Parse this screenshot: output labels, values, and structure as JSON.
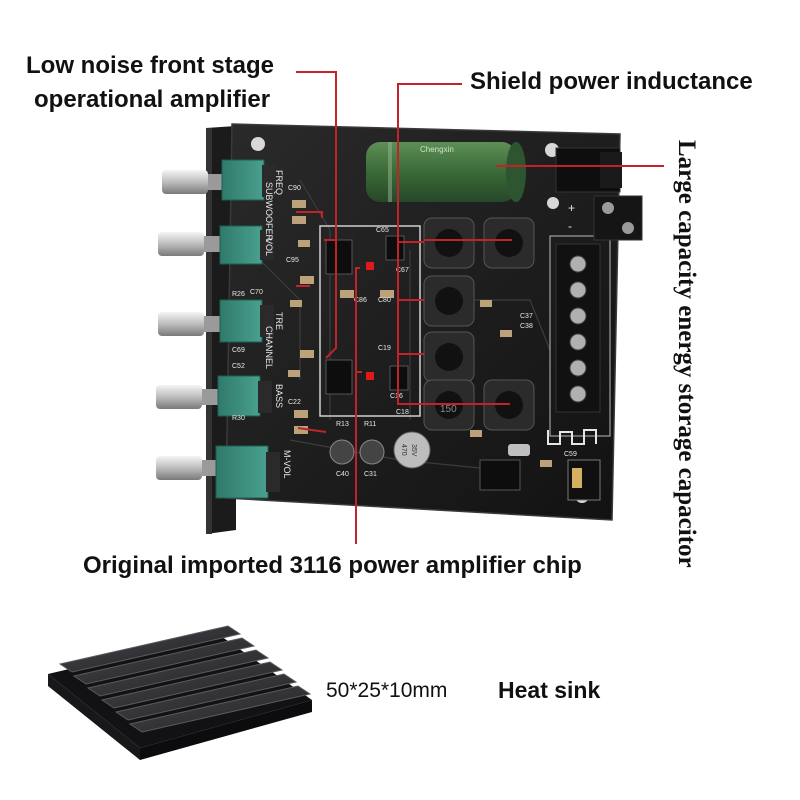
{
  "callouts": {
    "opamp_line1": "Low noise front stage",
    "opamp_line2": "operational amplifier",
    "inductor": "Shield power inductance",
    "capacitor": "Large capacity energy storage capacitor",
    "chip": "Original imported 3116 power amplifier chip",
    "heatsink_dimensions": "50*25*10mm",
    "heatsink": "Heat sink"
  },
  "board_silkscreen": {
    "panel_labels": [
      "FREQ",
      "SUBWOOFER",
      "VOL",
      "TRE",
      "CHANNEL",
      "BASS",
      "M-VOL"
    ],
    "power_terminal": [
      "+",
      "-"
    ],
    "capacitor_print": "Chengxin",
    "small_cap_print": [
      "470",
      "35V"
    ],
    "inductor_print": "150",
    "component_refs": [
      "C90",
      "C95",
      "R26",
      "C70",
      "C69",
      "C52",
      "R30",
      "C22",
      "C65",
      "C67",
      "C86",
      "C80",
      "C19",
      "C16",
      "C18",
      "R13",
      "R11",
      "C40",
      "C31",
      "C37",
      "C38",
      "C59"
    ]
  },
  "colors": {
    "callout_line": "#c0242a",
    "board": "#1a1a1a",
    "potentiometer": "#3b8f7f",
    "capacitor_body": "#3f6e3e",
    "heatsink": "#2a2a2c"
  }
}
